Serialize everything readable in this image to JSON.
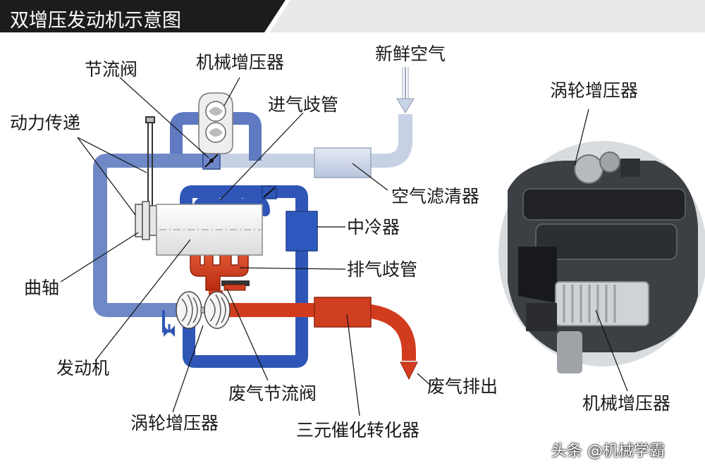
{
  "title": "双增压发动机示意图",
  "labels": {
    "throttle_valve": "节流阀",
    "supercharger": "机械增压器",
    "fresh_air": "新鲜空气",
    "power_transmission": "动力传递",
    "intake_manifold": "进气歧管",
    "air_filter": "空气滤清器",
    "intercooler": "中冷器",
    "exhaust_manifold": "排气歧管",
    "crankshaft": "曲轴",
    "engine": "发动机",
    "wastegate": "废气节流阀",
    "turbocharger": "涡轮增压器",
    "catalytic_converter": "三元催化转化器",
    "exhaust_out": "废气排出",
    "photo_turbocharger": "涡轮增压器",
    "photo_supercharger": "机械增压器"
  },
  "watermark": "头条 @机械学霸",
  "colors": {
    "title_bg": "#1c1c1c",
    "intake_cool": "#c9d3e6",
    "intake_blue": "#4a68b3",
    "pressurized_blue": "#2e56b8",
    "exhaust_red": "#d43a1c",
    "engine_block": "#f2f2f2"
  }
}
